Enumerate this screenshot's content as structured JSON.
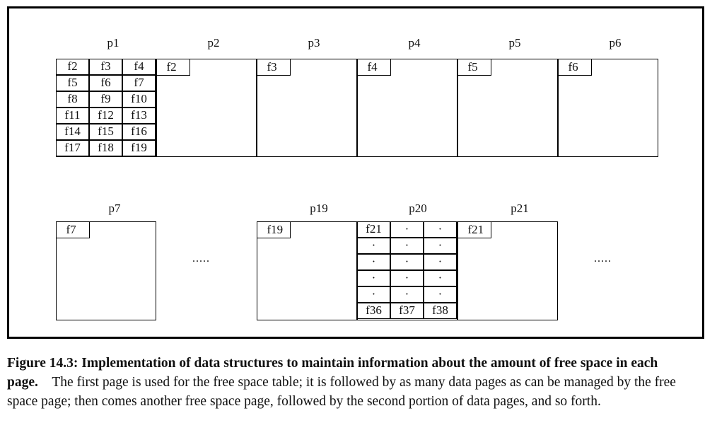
{
  "pages": [
    {
      "id": "p1",
      "label": "p1"
    },
    {
      "id": "p2",
      "label": "p2",
      "tag": "f2"
    },
    {
      "id": "p3",
      "label": "p3",
      "tag": "f3"
    },
    {
      "id": "p4",
      "label": "p4",
      "tag": "f4"
    },
    {
      "id": "p5",
      "label": "p5",
      "tag": "f5"
    },
    {
      "id": "p6",
      "label": "p6",
      "tag": "f6"
    },
    {
      "id": "p7",
      "label": "p7",
      "tag": "f7"
    },
    {
      "id": "p19",
      "label": "p19",
      "tag": "f19"
    },
    {
      "id": "p20",
      "label": "p20"
    },
    {
      "id": "p21",
      "label": "p21",
      "tag": "f21"
    }
  ],
  "p1_table": [
    [
      "f2",
      "f3",
      "f4"
    ],
    [
      "f5",
      "f6",
      "f7"
    ],
    [
      "f8",
      "f9",
      "f10"
    ],
    [
      "f11",
      "f12",
      "f13"
    ],
    [
      "f14",
      "f15",
      "f16"
    ],
    [
      "f17",
      "f18",
      "f19"
    ]
  ],
  "p20_table": [
    [
      "f21",
      "·",
      "·"
    ],
    [
      "·",
      "·",
      "·"
    ],
    [
      "·",
      "·",
      "·"
    ],
    [
      "·",
      "·",
      "·"
    ],
    [
      "·",
      "·",
      "·"
    ],
    [
      "f36",
      "f37",
      "f38"
    ]
  ],
  "ellipsis": ".....",
  "caption": {
    "bold": "Figure 14.3: Implementation of data structures to maintain information about the amount of free space in each page",
    "bold_end": ".",
    "body": "The first page is used for the free space table; it is followed by as many data pages as can be managed by the free space page; then comes another free space page, followed by the second portion of data pages, and so forth."
  }
}
